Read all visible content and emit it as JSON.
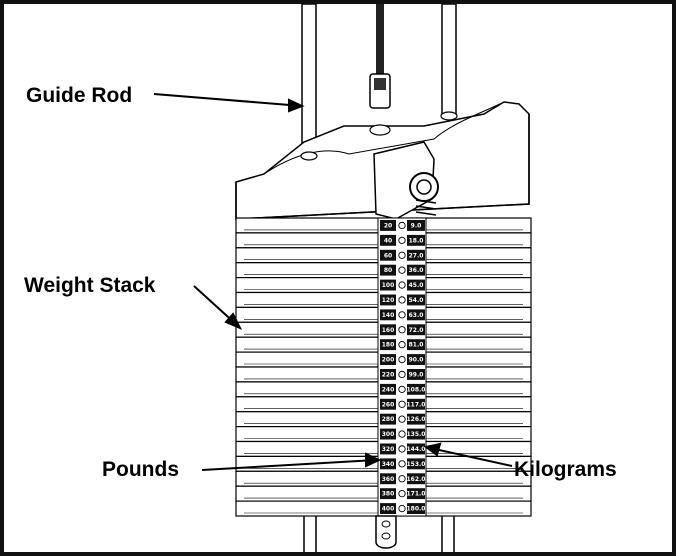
{
  "labels": {
    "guide_rod": "Guide Rod",
    "weight_stack": "Weight Stack",
    "pounds": "Pounds",
    "kilograms": "Kilograms"
  },
  "pounds": [
    "20",
    "40",
    "60",
    "80",
    "100",
    "120",
    "140",
    "160",
    "180",
    "200",
    "220",
    "240",
    "260",
    "280",
    "300",
    "320",
    "340",
    "360",
    "380",
    "400"
  ],
  "kilograms": [
    "9.0",
    "18.0",
    "27.0",
    "36.0",
    "45.0",
    "54.0",
    "63.0",
    "72.0",
    "81.0",
    "90.0",
    "99.0",
    "108.0",
    "117.0",
    "126.0",
    "135.0",
    "144.0",
    "153.0",
    "162.0",
    "171.0",
    "180.0"
  ]
}
